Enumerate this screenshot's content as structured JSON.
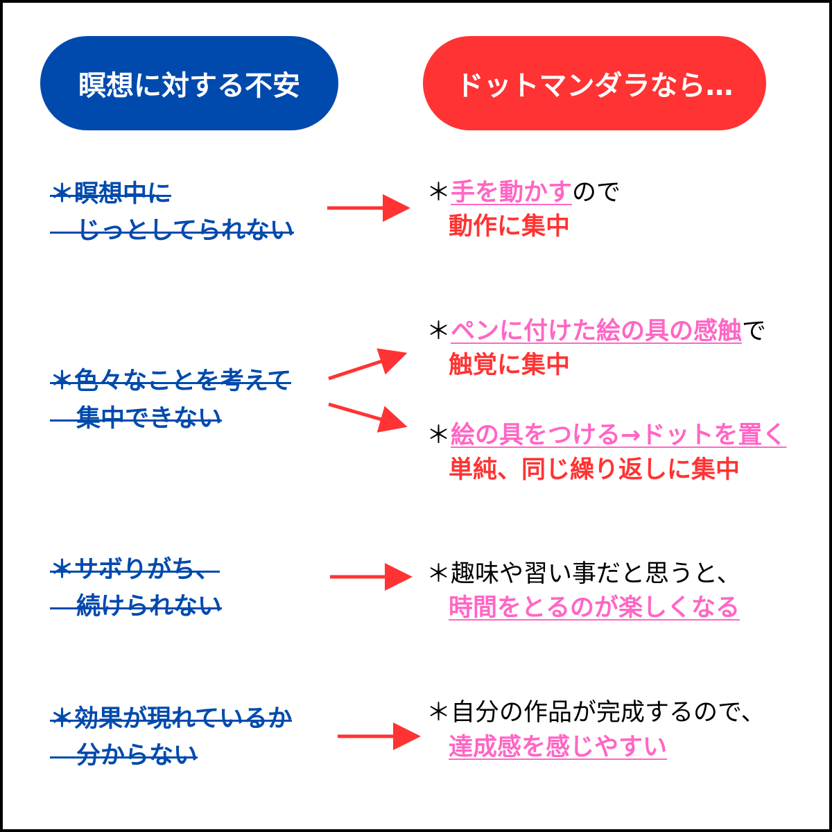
{
  "header": {
    "left": "瞑想に対する不安",
    "right": "ドットマンダラなら…"
  },
  "colors": {
    "blue": "#004aad",
    "red": "#ff3333",
    "pink": "#ff66c4"
  },
  "rows": [
    {
      "concern": [
        "＊瞑想中に",
        "じっとしてられない"
      ],
      "answers": [
        {
          "asterisk": "＊",
          "highlight": "手を動かす",
          "rest": "ので",
          "result": "動作に集中"
        }
      ]
    },
    {
      "concern": [
        "＊色々なことを考えて",
        "集中できない"
      ],
      "answers": [
        {
          "asterisk": "＊",
          "highlight": "ペンに付けた絵の具の感触",
          "rest": "で",
          "result": "触覚に集中"
        },
        {
          "asterisk": "＊",
          "highlight": "絵の具をつける→ドットを置く",
          "rest": "",
          "result": "単純、同じ繰り返しに集中"
        }
      ]
    },
    {
      "concern": [
        "＊サボりがち、",
        "続けられない"
      ],
      "answers": [
        {
          "asterisk": "＊",
          "text": "趣味や習い事だと思うと、",
          "highlight": "時間をとるのが楽しくなる"
        }
      ]
    },
    {
      "concern": [
        "＊効果が現れているか",
        "分からない"
      ],
      "answers": [
        {
          "asterisk": "＊",
          "text": "自分の作品が完成するので、",
          "highlight": "達成感を感じやすい"
        }
      ]
    }
  ]
}
